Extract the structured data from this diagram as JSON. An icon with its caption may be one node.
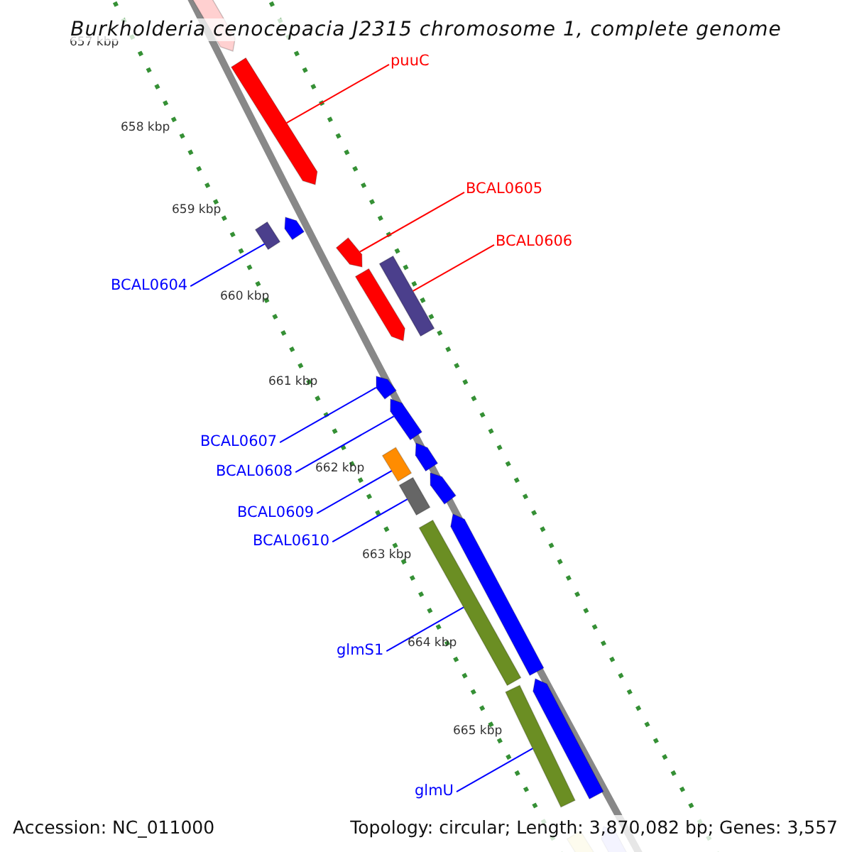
{
  "diagram": {
    "title": "Burkholderia cenocepacia J2315 chromosome 1, complete genome",
    "nodes": [
      {
        "text": [
          "puuC"
        ]
      },
      {
        "text": [],
        "shape": "arrow"
      },
      {
        "text": [
          "BCAL0605"
        ]
      },
      {
        "text": [],
        "shape": "arrow"
      },
      {
        "text": [
          "BCAL0606"
        ]
      },
      {
        "text": [],
        "shape": "bar"
      },
      {
        "text": [
          "BCAL0604"
        ]
      },
      {
        "text": [],
        "shape": "bar"
      },
      {
        "text": [
          "BCAL0607"
        ]
      },
      {
        "text": [],
        "shape": "arrow"
      },
      {
        "text": [
          "BCAL0608"
        ]
      },
      {
        "text": [],
        "shape": "arrow"
      },
      {
        "text": [
          "BCAL0609"
        ]
      },
      {
        "text": [],
        "shape": "bar"
      },
      {
        "text": [
          "BCAL0610"
        ]
      },
      {
        "text": [],
        "shape": "bar"
      },
      {
        "text": [
          "glmS1"
        ]
      },
      {
        "text": [],
        "shape": "bar"
      },
      {
        "text": [
          "glmU"
        ]
      },
      {
        "text": [],
        "shape": "bar"
      },
      {
        "text": [],
        "shape": "arrow"
      },
      {
        "text": [],
        "shape": "arrow"
      },
      {
        "text": [],
        "shape": "arrow"
      },
      {
        "text": [],
        "shape": "arrow"
      },
      {
        "text": [],
        "shape": "arrow"
      },
      {
        "text": [],
        "shape": "arrow"
      },
      {
        "text": [],
        "shape": "arrow"
      },
      {
        "text": [],
        "shape": "bar"
      },
      {
        "text": [],
        "shape": "arrow"
      }
    ],
    "edges": [
      {
        "from": 0,
        "to": 1,
        "arrow": "none",
        "color": "#ff0000"
      },
      {
        "from": 2,
        "to": 3,
        "arrow": "none",
        "color": "#ff0000"
      },
      {
        "from": 4,
        "to": 5,
        "arrow": "none",
        "color": "#ff0000"
      },
      {
        "from": 6,
        "to": 7,
        "arrow": "none"
      },
      {
        "from": 8,
        "to": 9,
        "arrow": "none"
      },
      {
        "from": 10,
        "to": 11,
        "arrow": "none"
      },
      {
        "from": 12,
        "to": 13,
        "arrow": "none"
      },
      {
        "from": 14,
        "to": 15,
        "arrow": "none"
      },
      {
        "from": 16,
        "to": 17,
        "arrow": "none"
      },
      {
        "from": 18,
        "to": 19,
        "arrow": "none"
      }
    ],
    "labels": [
      "657 kbp",
      "658 kbp",
      "659 kbp",
      "660 kbp",
      "661 kbp",
      "662 kbp",
      "663 kbp",
      "664 kbp",
      "665 kbp",
      "Accession: NC_011000",
      "Topology: circular; Length: 3,870,082 bp; Genes: 3,557"
    ]
  }
}
